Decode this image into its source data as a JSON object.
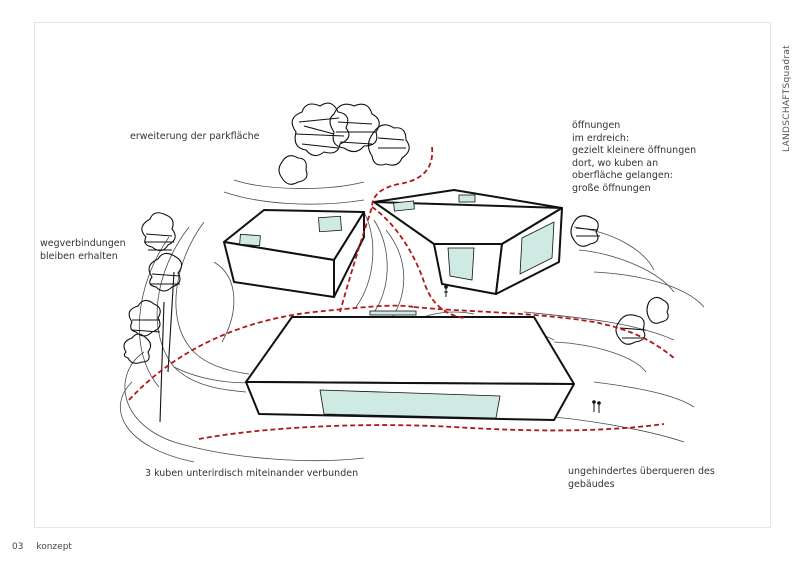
{
  "annotations": {
    "park_extension": "erweiterung der parkfläche",
    "paths_preserved": [
      "wegverbindungen",
      "bleiben erhalten"
    ],
    "openings": [
      "öffnungen",
      "im erdreich:",
      "gezielt kleinere öffnungen",
      "dort, wo kuben an",
      "oberfläche gelangen:",
      "große öffnungen"
    ],
    "connected": "3 kuben unterirdisch miteinander verbunden",
    "crossing": [
      "ungehindertes überqueren des",
      "gebäudes"
    ]
  },
  "brand": "LANDSCHAFTSquadrat",
  "footer": {
    "page_number": "03",
    "section": "konzept"
  },
  "colors": {
    "path_red": "#b01818",
    "glass": "#cfe9e3",
    "ink": "#111111",
    "contour": "#444444"
  }
}
